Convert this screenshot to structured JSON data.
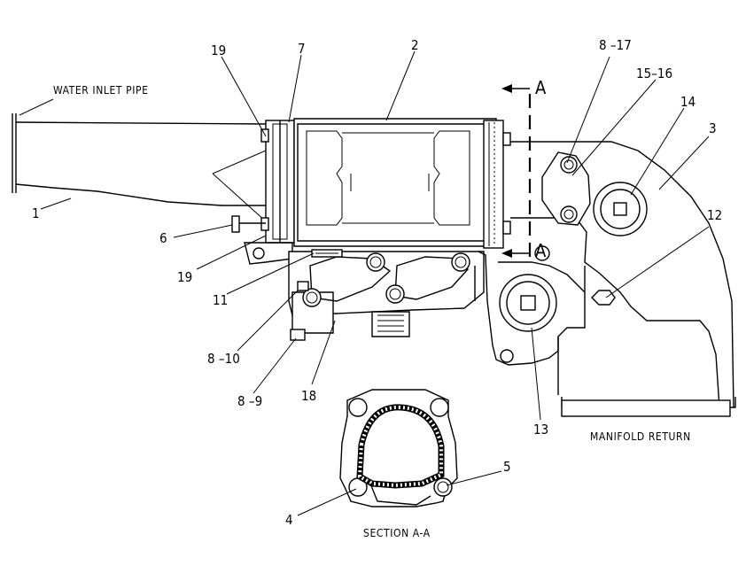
{
  "labels": {
    "water_inlet_pipe": "WATER INLET PIPE",
    "manifold_return": "MANIFOLD RETURN",
    "section_aa": "SECTION A-A",
    "section_marker_top": "A",
    "section_marker_bottom": "A"
  },
  "callouts": {
    "c1": "1",
    "c2": "2",
    "c3": "3",
    "c4": "4",
    "c5": "5",
    "c6": "6",
    "c7": "7",
    "c8_17": "8 –17",
    "c8_10": "8 –10",
    "c8_9": "8 –9",
    "c11": "11",
    "c12": "12",
    "c13": "13",
    "c14": "14",
    "c15_16": "15–16",
    "c18": "18",
    "c19_top": "19",
    "c19_bottom": "19"
  }
}
